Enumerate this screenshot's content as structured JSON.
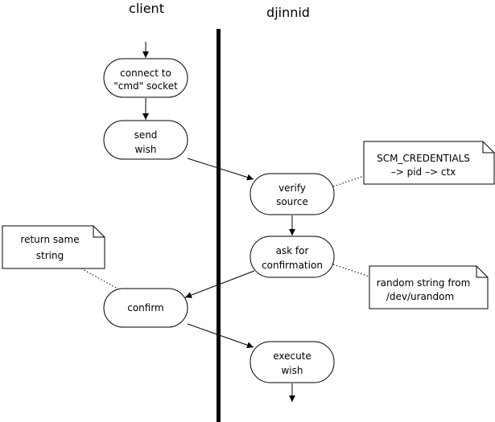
{
  "lanes": {
    "client": "client",
    "server": "djinnid"
  },
  "nodes": {
    "connect": [
      "connect to",
      "\"cmd\" socket"
    ],
    "send": [
      "send",
      "wish"
    ],
    "verify": [
      "verify",
      "source"
    ],
    "ask": [
      "ask for",
      "confirmation"
    ],
    "confirm": [
      "confirm"
    ],
    "execute": [
      "execute",
      "wish"
    ]
  },
  "notes": {
    "credentials": [
      "SCM_CREDENTIALS",
      "–> pid –> ctx"
    ],
    "return_same": [
      "return same",
      "string"
    ],
    "random_string": [
      "random string from",
      "/dev/urandom"
    ]
  }
}
